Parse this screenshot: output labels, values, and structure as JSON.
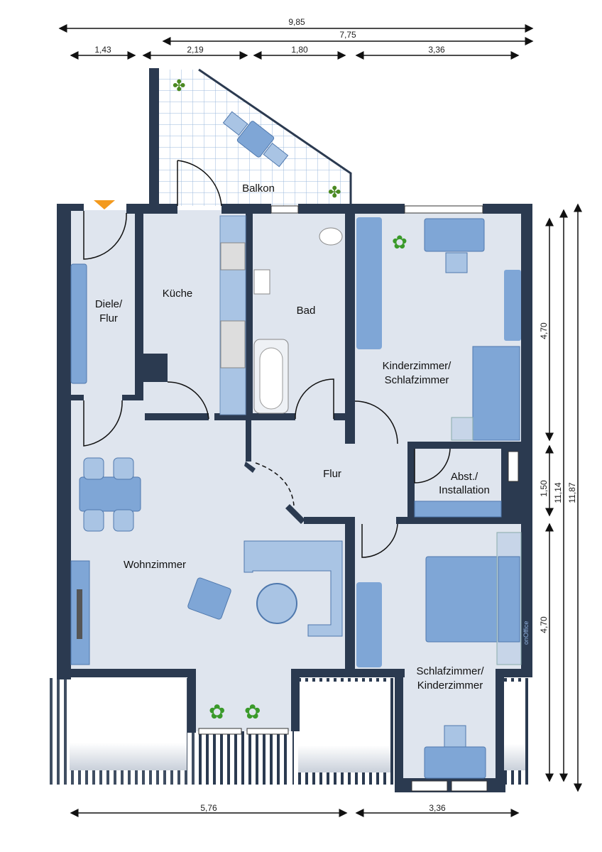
{
  "plan": {
    "rooms": [
      {
        "id": "diele",
        "label_line1": "Diele/",
        "label_line2": "Flur"
      },
      {
        "id": "kueche",
        "label": "Küche"
      },
      {
        "id": "bad",
        "label": "Bad"
      },
      {
        "id": "kinder",
        "label_line1": "Kinderzimmer/",
        "label_line2": "Schlafzimmer"
      },
      {
        "id": "balkon",
        "label": "Balkon"
      },
      {
        "id": "flur",
        "label": "Flur"
      },
      {
        "id": "abst",
        "label_line1": "Abst./",
        "label_line2": "Installation"
      },
      {
        "id": "wohn",
        "label": "Wohnzimmer"
      },
      {
        "id": "schlaf",
        "label_line1": "Schlafzimmer/",
        "label_line2": "Kinderzimmer"
      }
    ],
    "dimensions": {
      "top_total": "9,85",
      "top_partial": "7,75",
      "top_segments": [
        "1,43",
        "2,19",
        "1,80",
        "3,36"
      ],
      "right_segments": [
        "4,70",
        "1,50",
        "4,70"
      ],
      "right_total_1": "11,14",
      "right_total_2": "11,87",
      "bottom_segments": [
        "5,76",
        "3,36"
      ]
    },
    "watermark": "onOffice",
    "colors": {
      "wall": "#2b3a50",
      "floor": "#dfe5ee",
      "furniture": "#7fa6d6",
      "furniture_light": "#a9c4e4",
      "entrance_marker": "#f39a1e"
    }
  }
}
